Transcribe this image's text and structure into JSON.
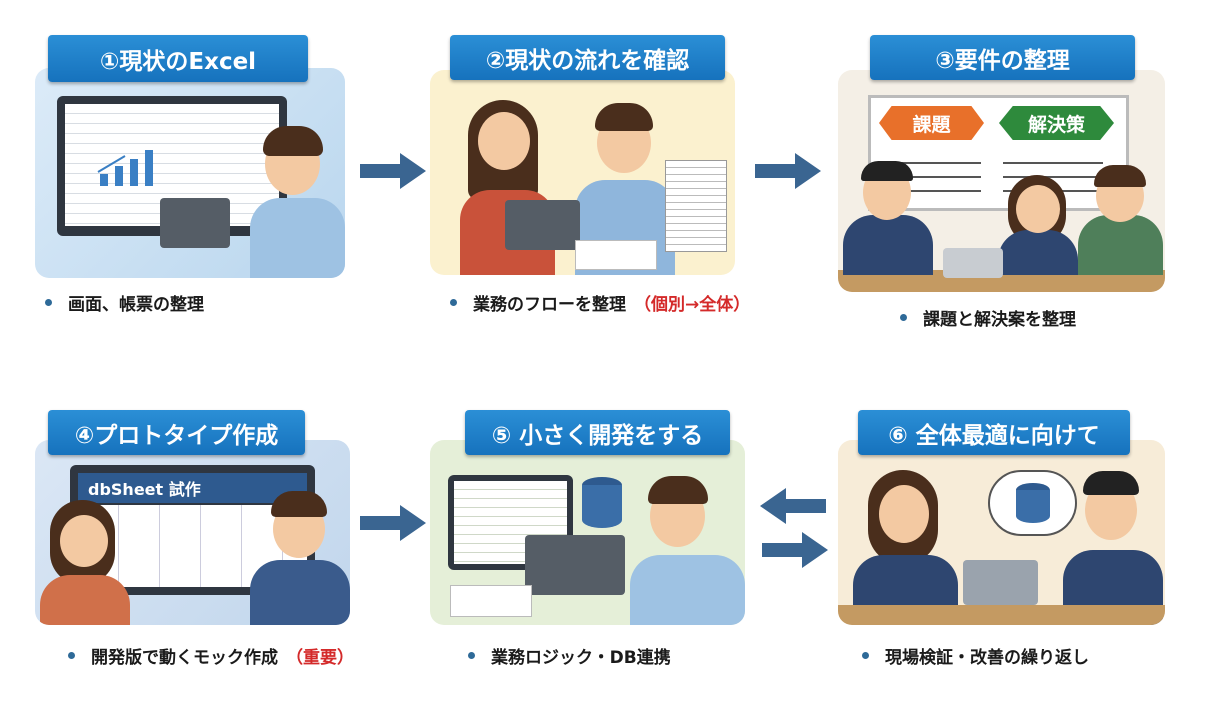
{
  "steps": [
    {
      "title": "①現状のExcel",
      "caption": "画面、帳票の整理",
      "caption_highlight": ""
    },
    {
      "title": "②現状の流れを確認",
      "caption": "業務のフローを整理",
      "caption_highlight": "（個別→全体）"
    },
    {
      "title": "③要件の整理",
      "caption": "課題と解決案を整理",
      "caption_highlight": "",
      "board_labels": [
        "課題",
        "解決策"
      ]
    },
    {
      "title": "④プロトタイプ作成",
      "caption": "開発版で動くモック作成",
      "caption_highlight": "（重要）",
      "screen_label": "dbSheet 試作"
    },
    {
      "title": "⑤ 小さく開発をする",
      "caption": "業務ロジック・DB連携",
      "caption_highlight": ""
    },
    {
      "title": "⑥ 全体最適に向けて",
      "caption": "現場検証・改善の繰り返し",
      "caption_highlight": ""
    }
  ],
  "colors": {
    "banner": "#1f80c8",
    "arrow": "#3a6591",
    "highlight": "#d42a2a",
    "issue": "#e8702a",
    "solution": "#2e8a3c"
  }
}
